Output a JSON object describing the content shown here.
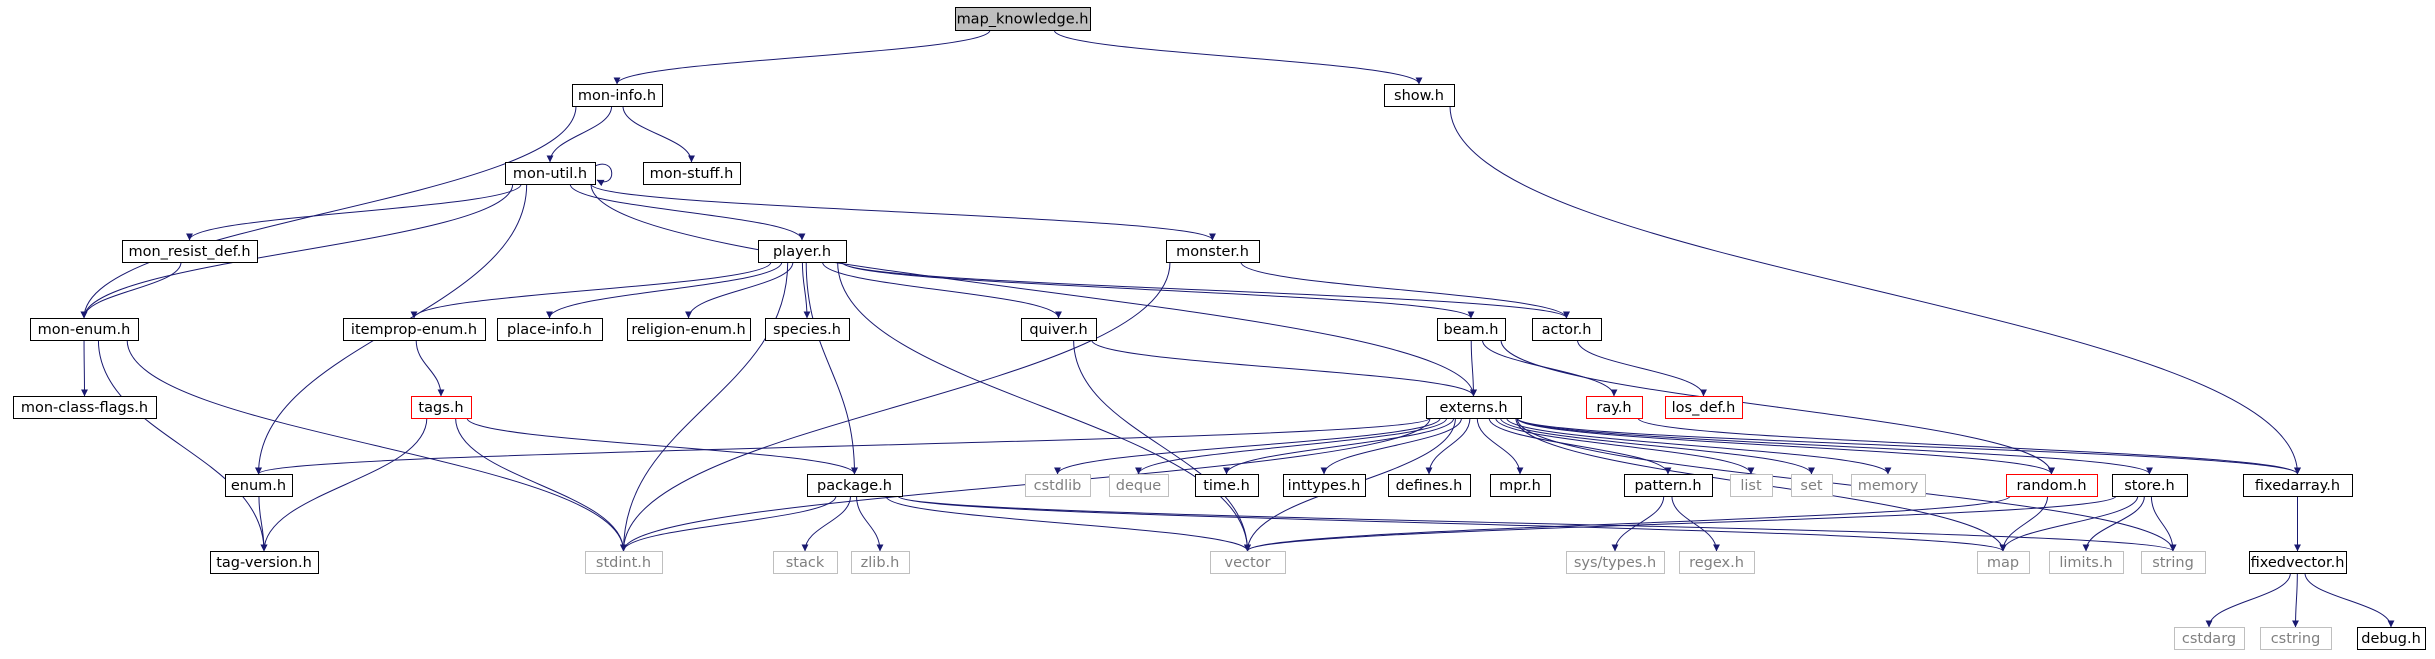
{
  "diagram": {
    "edge_color": "#191970",
    "colors": {
      "root_fill": "#bfbfbf",
      "node_border": "#000000",
      "truncated_border": "#ff0000",
      "system_border": "#bfbfbf",
      "system_text": "#808080",
      "text": "#000000"
    },
    "nodes": [
      {
        "id": "map_knowledge",
        "label": "map_knowledge.h",
        "kind": "root"
      },
      {
        "id": "mon_info",
        "label": "mon-info.h",
        "kind": "normal"
      },
      {
        "id": "show",
        "label": "show.h",
        "kind": "normal"
      },
      {
        "id": "mon_util",
        "label": "mon-util.h",
        "kind": "normal"
      },
      {
        "id": "mon_stuff",
        "label": "mon-stuff.h",
        "kind": "normal"
      },
      {
        "id": "mon_resist_def",
        "label": "mon_resist_def.h",
        "kind": "normal"
      },
      {
        "id": "player",
        "label": "player.h",
        "kind": "normal"
      },
      {
        "id": "monster",
        "label": "monster.h",
        "kind": "normal"
      },
      {
        "id": "mon_enum",
        "label": "mon-enum.h",
        "kind": "normal"
      },
      {
        "id": "itemprop_enum",
        "label": "itemprop-enum.h",
        "kind": "normal"
      },
      {
        "id": "place_info",
        "label": "place-info.h",
        "kind": "normal"
      },
      {
        "id": "religion_enum",
        "label": "religion-enum.h",
        "kind": "normal"
      },
      {
        "id": "species",
        "label": "species.h",
        "kind": "normal"
      },
      {
        "id": "quiver",
        "label": "quiver.h",
        "kind": "normal"
      },
      {
        "id": "beam",
        "label": "beam.h",
        "kind": "normal"
      },
      {
        "id": "actor",
        "label": "actor.h",
        "kind": "normal"
      },
      {
        "id": "mon_class_flags",
        "label": "mon-class-flags.h",
        "kind": "normal"
      },
      {
        "id": "tags",
        "label": "tags.h",
        "kind": "truncated"
      },
      {
        "id": "externs",
        "label": "externs.h",
        "kind": "normal"
      },
      {
        "id": "ray",
        "label": "ray.h",
        "kind": "truncated"
      },
      {
        "id": "los_def",
        "label": "los_def.h",
        "kind": "truncated"
      },
      {
        "id": "enum",
        "label": "enum.h",
        "kind": "normal"
      },
      {
        "id": "package",
        "label": "package.h",
        "kind": "normal"
      },
      {
        "id": "cstdlib",
        "label": "cstdlib",
        "kind": "system"
      },
      {
        "id": "deque",
        "label": "deque",
        "kind": "system"
      },
      {
        "id": "time",
        "label": "time.h",
        "kind": "normal"
      },
      {
        "id": "inttypes",
        "label": "inttypes.h",
        "kind": "normal"
      },
      {
        "id": "defines",
        "label": "defines.h",
        "kind": "normal"
      },
      {
        "id": "mpr",
        "label": "mpr.h",
        "kind": "normal"
      },
      {
        "id": "pattern",
        "label": "pattern.h",
        "kind": "normal"
      },
      {
        "id": "list",
        "label": "list",
        "kind": "system"
      },
      {
        "id": "set",
        "label": "set",
        "kind": "system"
      },
      {
        "id": "memory",
        "label": "memory",
        "kind": "system"
      },
      {
        "id": "random",
        "label": "random.h",
        "kind": "truncated"
      },
      {
        "id": "store",
        "label": "store.h",
        "kind": "normal"
      },
      {
        "id": "fixedarray",
        "label": "fixedarray.h",
        "kind": "normal"
      },
      {
        "id": "tag_version",
        "label": "tag-version.h",
        "kind": "normal"
      },
      {
        "id": "stdint",
        "label": "stdint.h",
        "kind": "system"
      },
      {
        "id": "stack",
        "label": "stack",
        "kind": "system"
      },
      {
        "id": "zlib",
        "label": "zlib.h",
        "kind": "system"
      },
      {
        "id": "vector",
        "label": "vector",
        "kind": "system"
      },
      {
        "id": "sys_types",
        "label": "sys/types.h",
        "kind": "system"
      },
      {
        "id": "regex",
        "label": "regex.h",
        "kind": "system"
      },
      {
        "id": "map",
        "label": "map",
        "kind": "system"
      },
      {
        "id": "limits",
        "label": "limits.h",
        "kind": "system"
      },
      {
        "id": "string",
        "label": "string",
        "kind": "system"
      },
      {
        "id": "fixedvector",
        "label": "fixedvector.h",
        "kind": "normal"
      },
      {
        "id": "cstdarg",
        "label": "cstdarg",
        "kind": "system"
      },
      {
        "id": "cstring",
        "label": "cstring",
        "kind": "system"
      },
      {
        "id": "debug",
        "label": "debug.h",
        "kind": "normal"
      }
    ],
    "edges": [
      [
        "map_knowledge",
        "mon_info"
      ],
      [
        "map_knowledge",
        "show"
      ],
      [
        "mon_info",
        "mon_util"
      ],
      [
        "mon_info",
        "mon_stuff"
      ],
      [
        "mon_info",
        "mon_enum"
      ],
      [
        "show",
        "fixedarray"
      ],
      [
        "mon_util",
        "mon_util"
      ],
      [
        "mon_util",
        "mon_resist_def"
      ],
      [
        "mon_util",
        "player"
      ],
      [
        "mon_util",
        "monster"
      ],
      [
        "mon_util",
        "mon_enum"
      ],
      [
        "mon_util",
        "enum"
      ],
      [
        "mon_util",
        "externs"
      ],
      [
        "mon_resist_def",
        "mon_enum"
      ],
      [
        "mon_enum",
        "mon_class_flags"
      ],
      [
        "mon_enum",
        "tag_version"
      ],
      [
        "mon_enum",
        "stdint"
      ],
      [
        "player",
        "itemprop_enum"
      ],
      [
        "player",
        "place_info"
      ],
      [
        "player",
        "religion_enum"
      ],
      [
        "player",
        "species"
      ],
      [
        "player",
        "quiver"
      ],
      [
        "player",
        "beam"
      ],
      [
        "player",
        "actor"
      ],
      [
        "player",
        "package"
      ],
      [
        "player",
        "stdint"
      ],
      [
        "player",
        "vector"
      ],
      [
        "monster",
        "actor"
      ],
      [
        "monster",
        "stdint"
      ],
      [
        "itemprop_enum",
        "tags"
      ],
      [
        "tags",
        "tag_version"
      ],
      [
        "tags",
        "package"
      ],
      [
        "tags",
        "stdint"
      ],
      [
        "quiver",
        "externs"
      ],
      [
        "quiver",
        "vector"
      ],
      [
        "beam",
        "externs"
      ],
      [
        "beam",
        "ray"
      ],
      [
        "beam",
        "random"
      ],
      [
        "actor",
        "los_def"
      ],
      [
        "enum",
        "tag_version"
      ],
      [
        "externs",
        "enum"
      ],
      [
        "externs",
        "stdint"
      ],
      [
        "externs",
        "cstdlib"
      ],
      [
        "externs",
        "deque"
      ],
      [
        "externs",
        "time"
      ],
      [
        "externs",
        "inttypes"
      ],
      [
        "externs",
        "defines"
      ],
      [
        "externs",
        "mpr"
      ],
      [
        "externs",
        "pattern"
      ],
      [
        "externs",
        "list"
      ],
      [
        "externs",
        "set"
      ],
      [
        "externs",
        "memory"
      ],
      [
        "externs",
        "random"
      ],
      [
        "externs",
        "store"
      ],
      [
        "externs",
        "fixedarray"
      ],
      [
        "externs",
        "vector"
      ],
      [
        "externs",
        "map"
      ],
      [
        "externs",
        "string"
      ],
      [
        "ray",
        "fixedarray"
      ],
      [
        "package",
        "stdint"
      ],
      [
        "package",
        "stack"
      ],
      [
        "package",
        "zlib"
      ],
      [
        "package",
        "vector"
      ],
      [
        "package",
        "map"
      ],
      [
        "package",
        "string"
      ],
      [
        "pattern",
        "sys_types"
      ],
      [
        "pattern",
        "regex"
      ],
      [
        "random",
        "vector"
      ],
      [
        "random",
        "map"
      ],
      [
        "store",
        "vector"
      ],
      [
        "store",
        "map"
      ],
      [
        "store",
        "limits"
      ],
      [
        "store",
        "string"
      ],
      [
        "fixedarray",
        "fixedvector"
      ],
      [
        "fixedvector",
        "cstdarg"
      ],
      [
        "fixedvector",
        "cstring"
      ],
      [
        "fixedvector",
        "debug"
      ]
    ]
  }
}
